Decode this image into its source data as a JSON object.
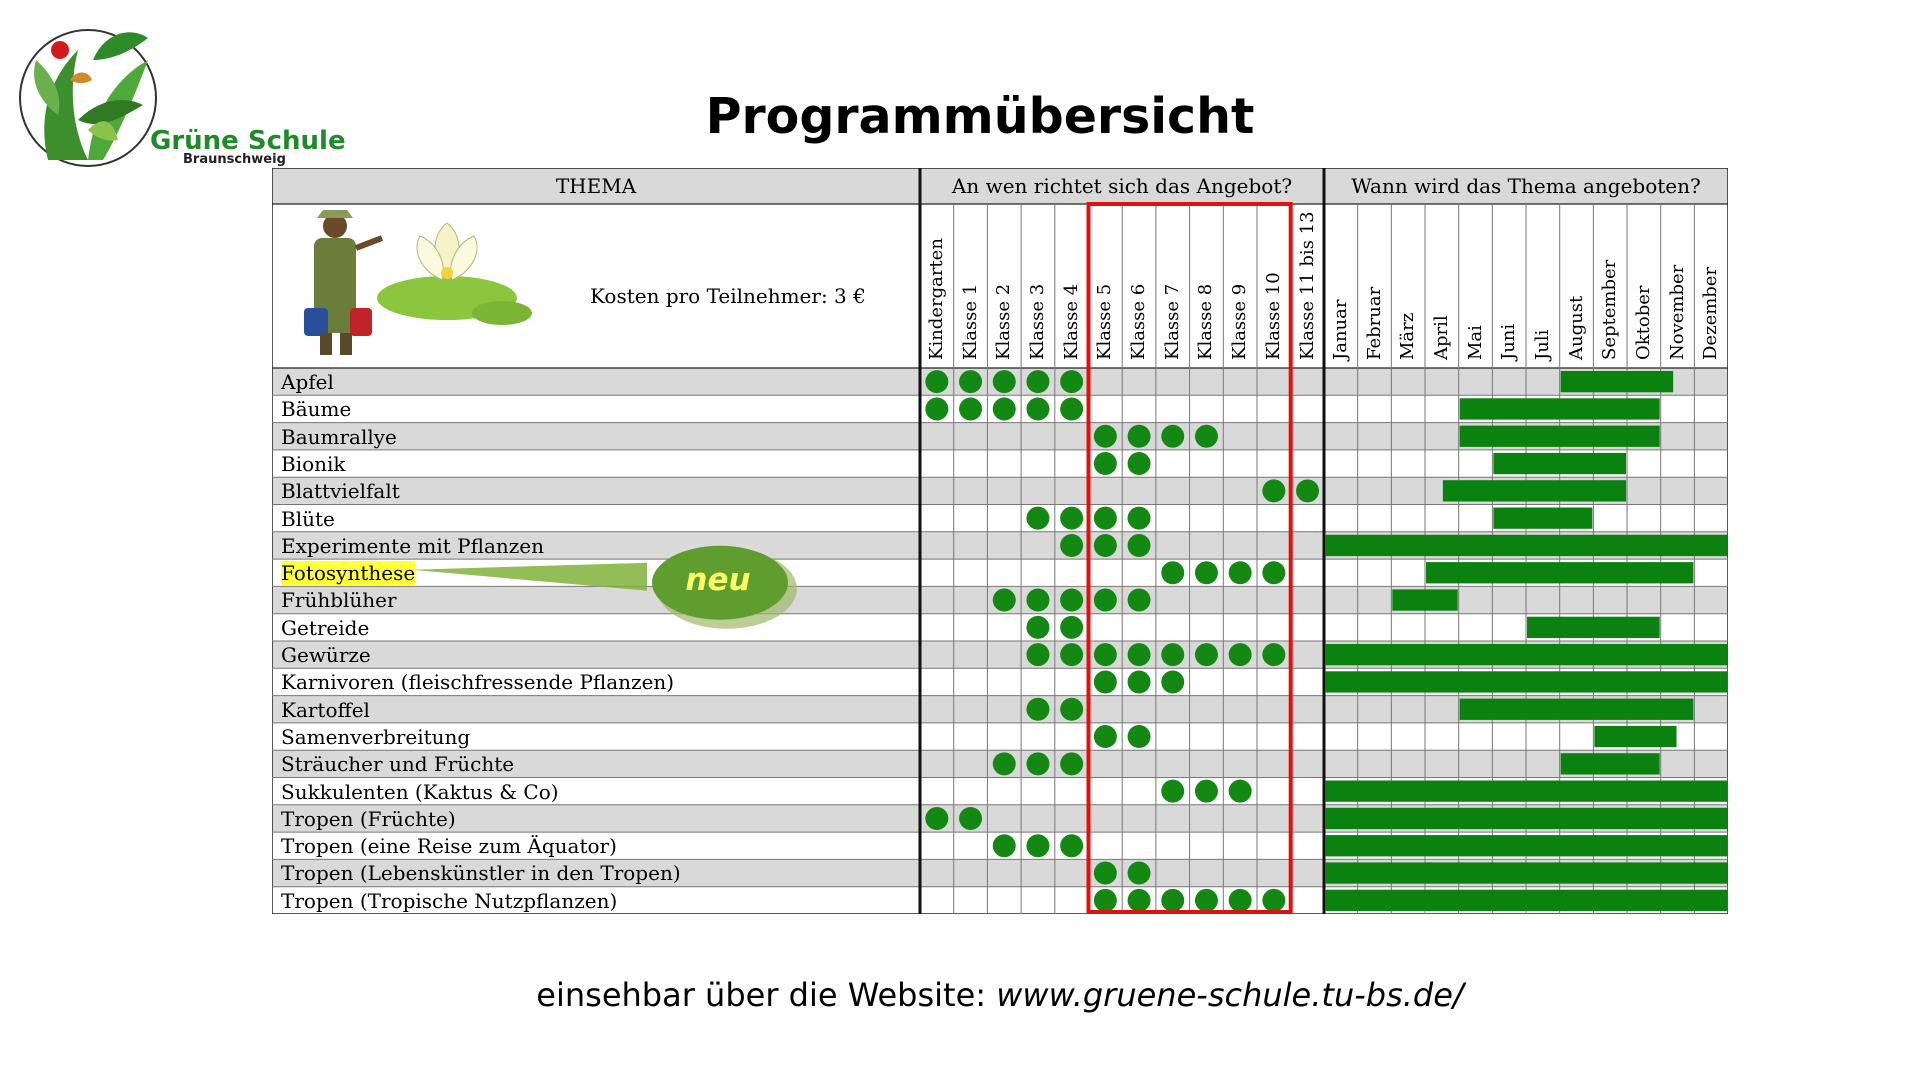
{
  "logo": {
    "name": "Grüne Schule",
    "sub": "Braunschweig"
  },
  "title": "Programmübersicht",
  "footer": {
    "prefix": "einsehbar über die Website: ",
    "url": "www.gruene-schule.tu-bs.de/"
  },
  "table": {
    "header_thema": "THEMA",
    "header_who": "An wen richtet sich das Angebot?",
    "header_when": "Wann wird das Thema angeboten?",
    "kosten": "Kosten pro Teilnehmer: 3 €",
    "neu": "neu",
    "audience_columns": [
      "Kindergarten",
      "Klasse 1",
      "Klasse 2",
      "Klasse 3",
      "Klasse 4",
      "Klasse 5",
      "Klasse 6",
      "Klasse 7",
      "Klasse 8",
      "Klasse 9",
      "Klasse 10",
      "Klasse 11 bis 13"
    ],
    "month_columns": [
      "Januar",
      "Februar",
      "März",
      "April",
      "Mai",
      "Juni",
      "Juli",
      "August",
      "September",
      "Oktober",
      "November",
      "Dezember"
    ],
    "highlighted_audience": [
      "Klasse 5",
      "Klasse 6",
      "Klasse 7",
      "Klasse 8",
      "Klasse 9",
      "Klasse 10"
    ],
    "rows": [
      {
        "thema": "Apfel",
        "audience": [
          0,
          1,
          2,
          3,
          4
        ],
        "months": [
          7.0,
          10.4
        ]
      },
      {
        "thema": "Bäume",
        "audience": [
          0,
          1,
          2,
          3,
          4
        ],
        "months": [
          4.0,
          10.0
        ]
      },
      {
        "thema": "Baumrallye",
        "audience": [
          5,
          6,
          7,
          8
        ],
        "months": [
          4.0,
          10.0
        ]
      },
      {
        "thema": "Bionik",
        "audience": [
          5,
          6
        ],
        "months": [
          5.0,
          9.0
        ]
      },
      {
        "thema": "Blattvielfalt",
        "audience": [
          10,
          11
        ],
        "months": [
          3.5,
          9.0
        ]
      },
      {
        "thema": "Blüte",
        "audience": [
          3,
          4,
          5,
          6
        ],
        "months": [
          5.0,
          8.0
        ]
      },
      {
        "thema": "Experimente mit Pflanzen",
        "audience": [
          4,
          5,
          6
        ],
        "months": [
          0.0,
          12.0
        ]
      },
      {
        "thema": "Fotosynthese",
        "audience": [
          7,
          8,
          9,
          10
        ],
        "months": [
          3.0,
          11.0
        ],
        "highlight": true,
        "neu": true
      },
      {
        "thema": "Frühblüher",
        "audience": [
          2,
          3,
          4,
          5,
          6
        ],
        "months": [
          2.0,
          4.0
        ]
      },
      {
        "thema": "Getreide",
        "audience": [
          3,
          4
        ],
        "months": [
          6.0,
          10.0
        ]
      },
      {
        "thema": "Gewürze",
        "audience": [
          3,
          4,
          5,
          6,
          7,
          8,
          9,
          10
        ],
        "months": [
          0.0,
          12.0
        ]
      },
      {
        "thema": "Karnivoren (fleischfressende Pflanzen)",
        "audience": [
          5,
          6,
          7
        ],
        "months": [
          0.0,
          12.0
        ]
      },
      {
        "thema": "Kartoffel",
        "audience": [
          3,
          4
        ],
        "months": [
          4.0,
          11.0
        ]
      },
      {
        "thema": "Samenverbreitung",
        "audience": [
          5,
          6
        ],
        "months": [
          8.0,
          10.5
        ]
      },
      {
        "thema": "Sträucher und Früchte",
        "audience": [
          2,
          3,
          4
        ],
        "months": [
          7.0,
          10.0
        ]
      },
      {
        "thema": "Sukkulenten (Kaktus & Co)",
        "audience": [
          7,
          8,
          9
        ],
        "months": [
          0.0,
          12.0
        ]
      },
      {
        "thema": "Tropen (Früchte)",
        "audience": [
          0,
          1
        ],
        "months": [
          0.0,
          12.0
        ]
      },
      {
        "thema": "Tropen (eine Reise zum Äquator)",
        "audience": [
          2,
          3,
          4
        ],
        "months": [
          0.0,
          12.0
        ]
      },
      {
        "thema": "Tropen (Lebenskünstler in den Tropen)",
        "audience": [
          5,
          6
        ],
        "months": [
          0.0,
          12.0
        ]
      },
      {
        "thema": "Tropen (Tropische Nutzpflanzen)",
        "audience": [
          5,
          6,
          7,
          8,
          9,
          10
        ],
        "months": [
          0.0,
          12.0
        ]
      }
    ]
  },
  "colors": {
    "dot": "#138913",
    "bar": "#0b820f",
    "frame": "#e01010",
    "header_bg": "#d9d9d9",
    "stripe": "#d9d9d9"
  }
}
